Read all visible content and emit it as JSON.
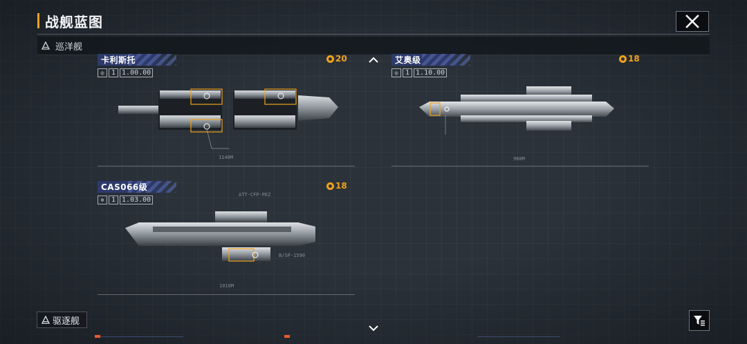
{
  "header": {
    "title": "战舰蓝图",
    "close_icon": "close-icon"
  },
  "category": {
    "label": "巡洋舰"
  },
  "cards": [
    {
      "name": "卡利斯托",
      "cost": "20",
      "version_slot": "1",
      "version": "1.00",
      "version_suffix": "00"
    },
    {
      "name": "艾奥级",
      "cost": "18",
      "version_slot": "1",
      "version": "1.10",
      "version_suffix": "00"
    },
    {
      "name": "CAS066级",
      "cost": "18",
      "version_slot": "1",
      "version": "1.03",
      "version_suffix": "00"
    }
  ],
  "blueprint_labels": {
    "card0_length": "1140M",
    "card1_length": "960M",
    "card2_length": "1010M",
    "card2_model": "ATT-CFP-PEZ",
    "card2_turret": "B/SP-1590"
  },
  "footer": {
    "switch_label": "驱逐舰",
    "filter_icon": "filter-icon"
  },
  "colors": {
    "accent": "#f0a21b",
    "name_tag": "#2d3a6b",
    "background": "#2b323a"
  }
}
